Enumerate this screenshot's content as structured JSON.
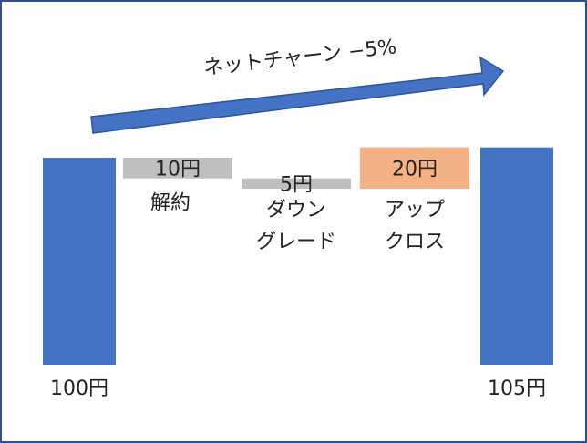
{
  "chart_data": {
    "type": "bar",
    "subtype": "waterfall",
    "unit": "円",
    "steps": [
      {
        "kind": "total",
        "value": 100,
        "value_label": "100円",
        "category_label": []
      },
      {
        "kind": "decrease",
        "value": 10,
        "value_label": "10円",
        "category_label": [
          "解約"
        ]
      },
      {
        "kind": "decrease",
        "value": 5,
        "value_label": "5円",
        "category_label": [
          "ダウン",
          "グレード"
        ]
      },
      {
        "kind": "increase",
        "value": 20,
        "value_label": "20円",
        "category_label": [
          "アップ",
          "クロス"
        ]
      },
      {
        "kind": "total",
        "value": 105,
        "value_label": "105円",
        "category_label": []
      }
    ],
    "annotation": "ネットチャーン −5%",
    "colors": {
      "total": "#4472C4",
      "decrease": "#BFBFBF",
      "increase": "#F4B183",
      "border": "#2F4F8F",
      "arrow_fill": "#4472C4",
      "arrow_stroke": "#2E5597",
      "text": "#222222"
    }
  }
}
